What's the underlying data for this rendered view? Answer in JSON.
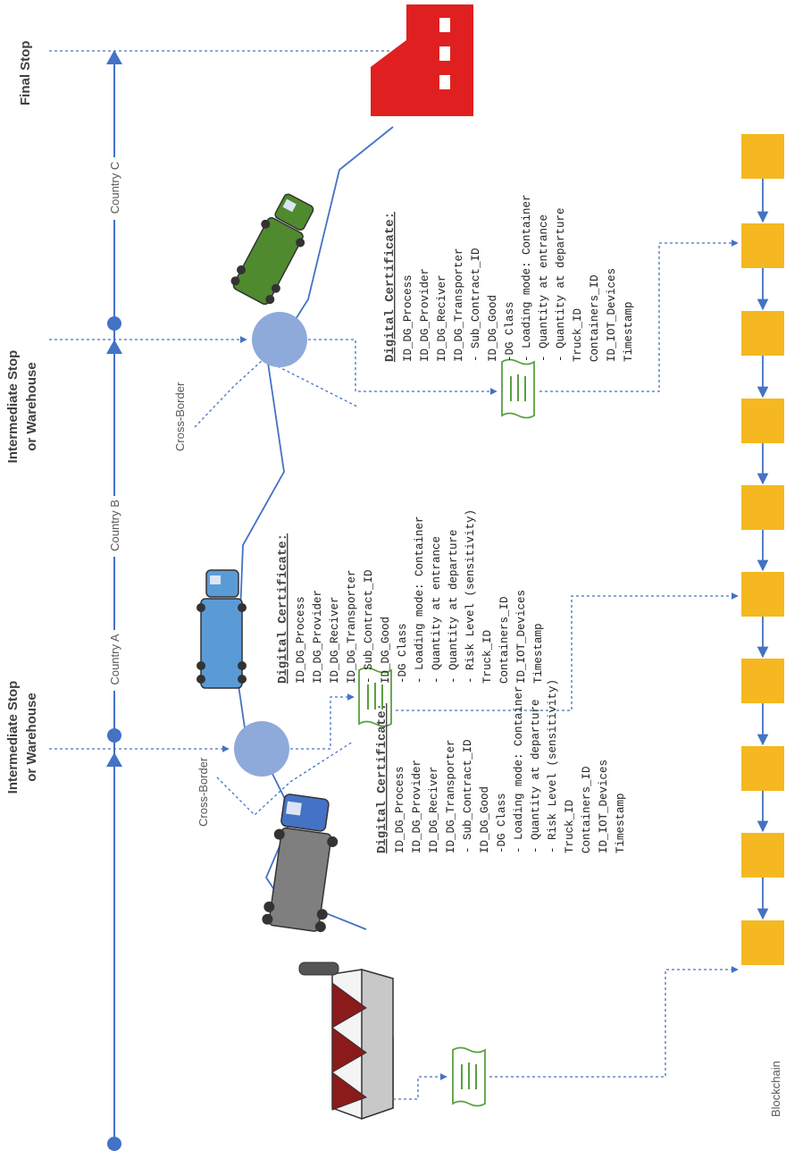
{
  "stops": {
    "final": "Final Stop",
    "intermediate_1": [
      "Intermediate Stop",
      "or Warehouse"
    ],
    "intermediate_2": [
      "Intermediate Stop",
      "or Warehouse"
    ]
  },
  "countries": {
    "a": "Country A",
    "b": "Country B",
    "c": "Country C"
  },
  "cross_border_1": "Cross-Border",
  "cross_border_2": "Cross-Border",
  "blockchain_label": "Blockchain",
  "certificates": [
    {
      "title": "Digital Certificate:",
      "lines": [
        "ID_DG_Process",
        "ID_DG_Provider",
        "ID_DG_Reciver",
        "ID_DG_Transporter",
        "  - Sub_Contract_ID",
        "ID_DG_Good",
        "   -DG Class",
        "  - Loading mode: Container",
        "  - Quantity at departure",
        "  - Risk Level (sensitivity)",
        "Truck_ID",
        "Containers_ID",
        "ID_IOT_Devices",
        "Timestamp"
      ]
    },
    {
      "title": "Digital Certificate:",
      "lines": [
        "ID_DG_Process",
        "ID_DG_Provider",
        "ID_DG_Reciver",
        "ID_DG_Transporter",
        "  - Sub_Contract_ID",
        "ID_DG_Good",
        "   -DG Class",
        "  - Loading mode: Container",
        "  - Quantity at entrance",
        "  - Quantity at departure",
        "  - Risk Level (sensitivity)",
        "Truck_ID",
        "Containers_ID",
        "ID_IOT_Devices",
        "Timestamp"
      ]
    },
    {
      "title": "Digital Certificate:",
      "lines": [
        "ID_DG_Process",
        "ID_DG_Provider",
        "ID_DG_Reciver",
        "ID_DG_Transporter",
        "  - Sub_Contract_ID",
        "ID_DG_Good",
        "   -DG Class",
        "  - Loading mode: Container",
        "  - Quantity at entrance",
        "  - Quantity at departure",
        "Truck_ID",
        "Containers_ID",
        "ID_IOT_Devices",
        "Timestamp"
      ]
    }
  ],
  "colors": {
    "timeline": "#4472c4",
    "node": "#8eaadb",
    "factory_start": "#8b1a1a",
    "factory_end": "#e02020",
    "truck_gray": "#7f7f7f",
    "truck_blue": "#5b9bd5",
    "truck_green": "#4f8a2e",
    "block": "#f5b820",
    "doc": "#5aa040"
  },
  "icons": [
    "factory-start-icon",
    "truck-gray-icon",
    "truck-blue-icon",
    "truck-green-icon",
    "factory-end-icon",
    "document-icon"
  ]
}
